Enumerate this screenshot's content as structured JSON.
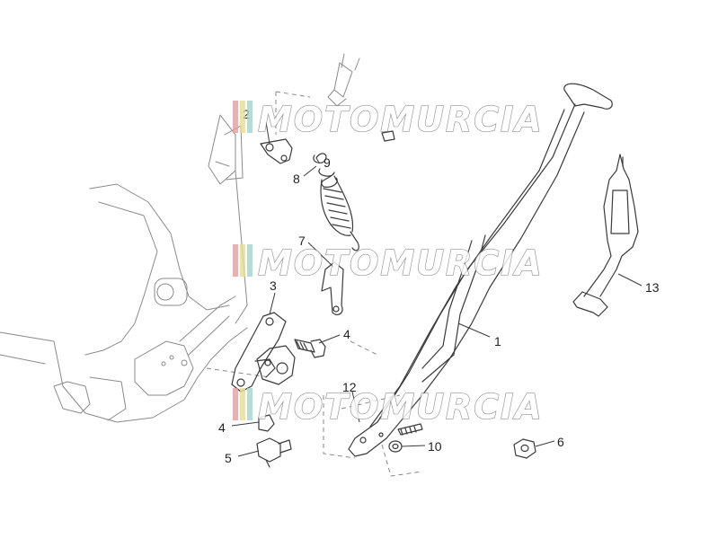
{
  "watermark": {
    "text": "MOTOMURCIA",
    "stripe_colors": [
      "#e89b9b",
      "#e9dc8c",
      "#9fd6c9"
    ]
  },
  "callouts": [
    {
      "id": "c1",
      "label": "1"
    },
    {
      "id": "c2",
      "label": "2"
    },
    {
      "id": "c3",
      "label": "3"
    },
    {
      "id": "c4a",
      "label": "4"
    },
    {
      "id": "c4b",
      "label": "4"
    },
    {
      "id": "c5",
      "label": "5"
    },
    {
      "id": "c6",
      "label": "6"
    },
    {
      "id": "c7",
      "label": "7"
    },
    {
      "id": "c8",
      "label": "8"
    },
    {
      "id": "c9",
      "label": "9"
    },
    {
      "id": "c10",
      "label": "10"
    },
    {
      "id": "c12",
      "label": "12"
    },
    {
      "id": "c13",
      "label": "13"
    }
  ]
}
